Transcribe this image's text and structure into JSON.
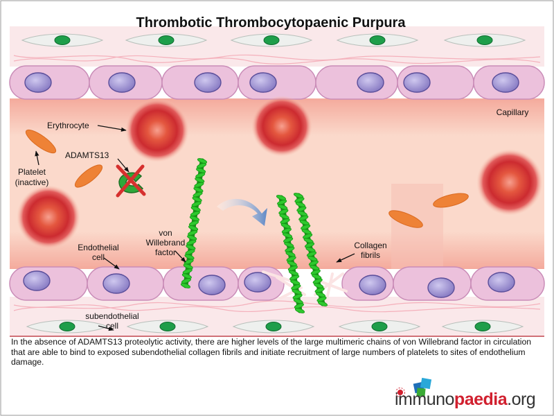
{
  "title": "Thrombotic Thrombocytopaenic Purpura",
  "labels": {
    "capillary": "Capillary",
    "erythrocyte": "Erythrocyte",
    "adamts13": "ADAMTS13",
    "platelet_1": "Platelet",
    "platelet_2": "(inactive)",
    "vwf_1": "von",
    "vwf_2": "Willebrand",
    "vwf_3": "factor",
    "endo_1": "Endothelial",
    "endo_2": "cell",
    "collagen_1": "Collagen",
    "collagen_2": "fibrils",
    "subendo_1": "subendothelial",
    "subendo_2": "cell"
  },
  "caption": "In the absence of ADAMTS13 proteolytic activity, there are higher levels of the large multimeric chains of von Willebrand factor in circulation that are able to bind to exposed subendothelial collagen fibrils and initiate recruitment of large numbers of platelets to sites of endothelium damage.",
  "logo": {
    "part1": "immuno",
    "part2": "paedia",
    "part3": ".org"
  },
  "colors": {
    "endothelial_fill": "#ecc1dc",
    "nucleus": "#9a8fd0",
    "subendo_nucleus": "#1e9e4a",
    "vessel": "#f8c7b3",
    "erythrocyte": "#d9363a",
    "platelet": "#ee8236",
    "vwf": "#2ec82e"
  }
}
